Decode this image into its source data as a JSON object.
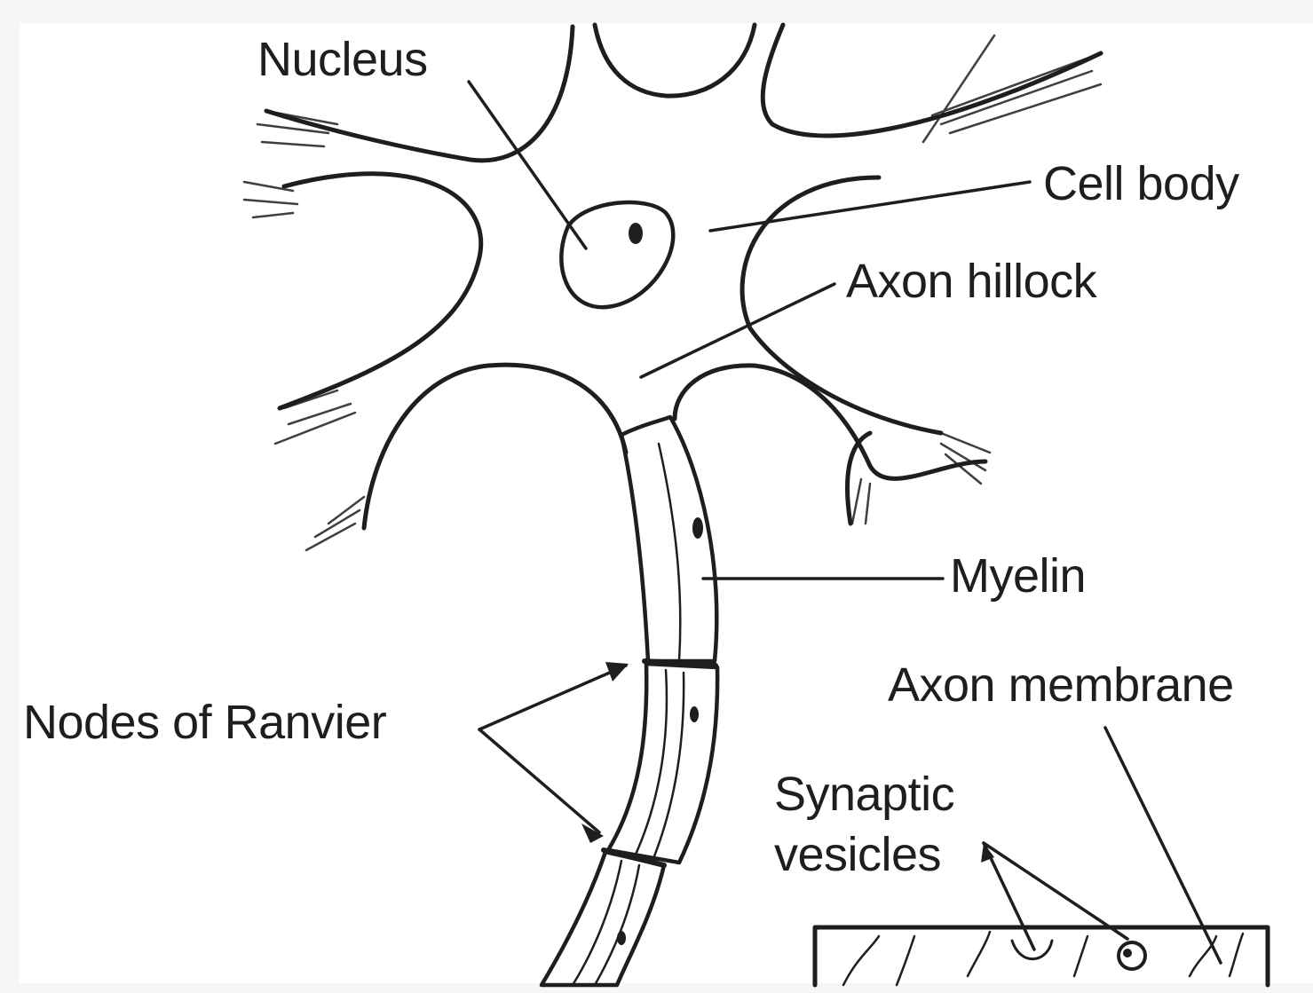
{
  "labels": {
    "nucleus": "Nucleus",
    "cell_body": "Cell body",
    "axon_hillock": "Axon hillock",
    "myelin": "Myelin",
    "axon_membrane": "Axon membrane",
    "nodes_of_ranvier": "Nodes of Ranvier",
    "synaptic_line1": "Synaptic",
    "synaptic_line2": "vesicles"
  },
  "colors": {
    "ink": "#1e1e1e",
    "paper": "#ffffff",
    "background": "#f6f6f4"
  }
}
